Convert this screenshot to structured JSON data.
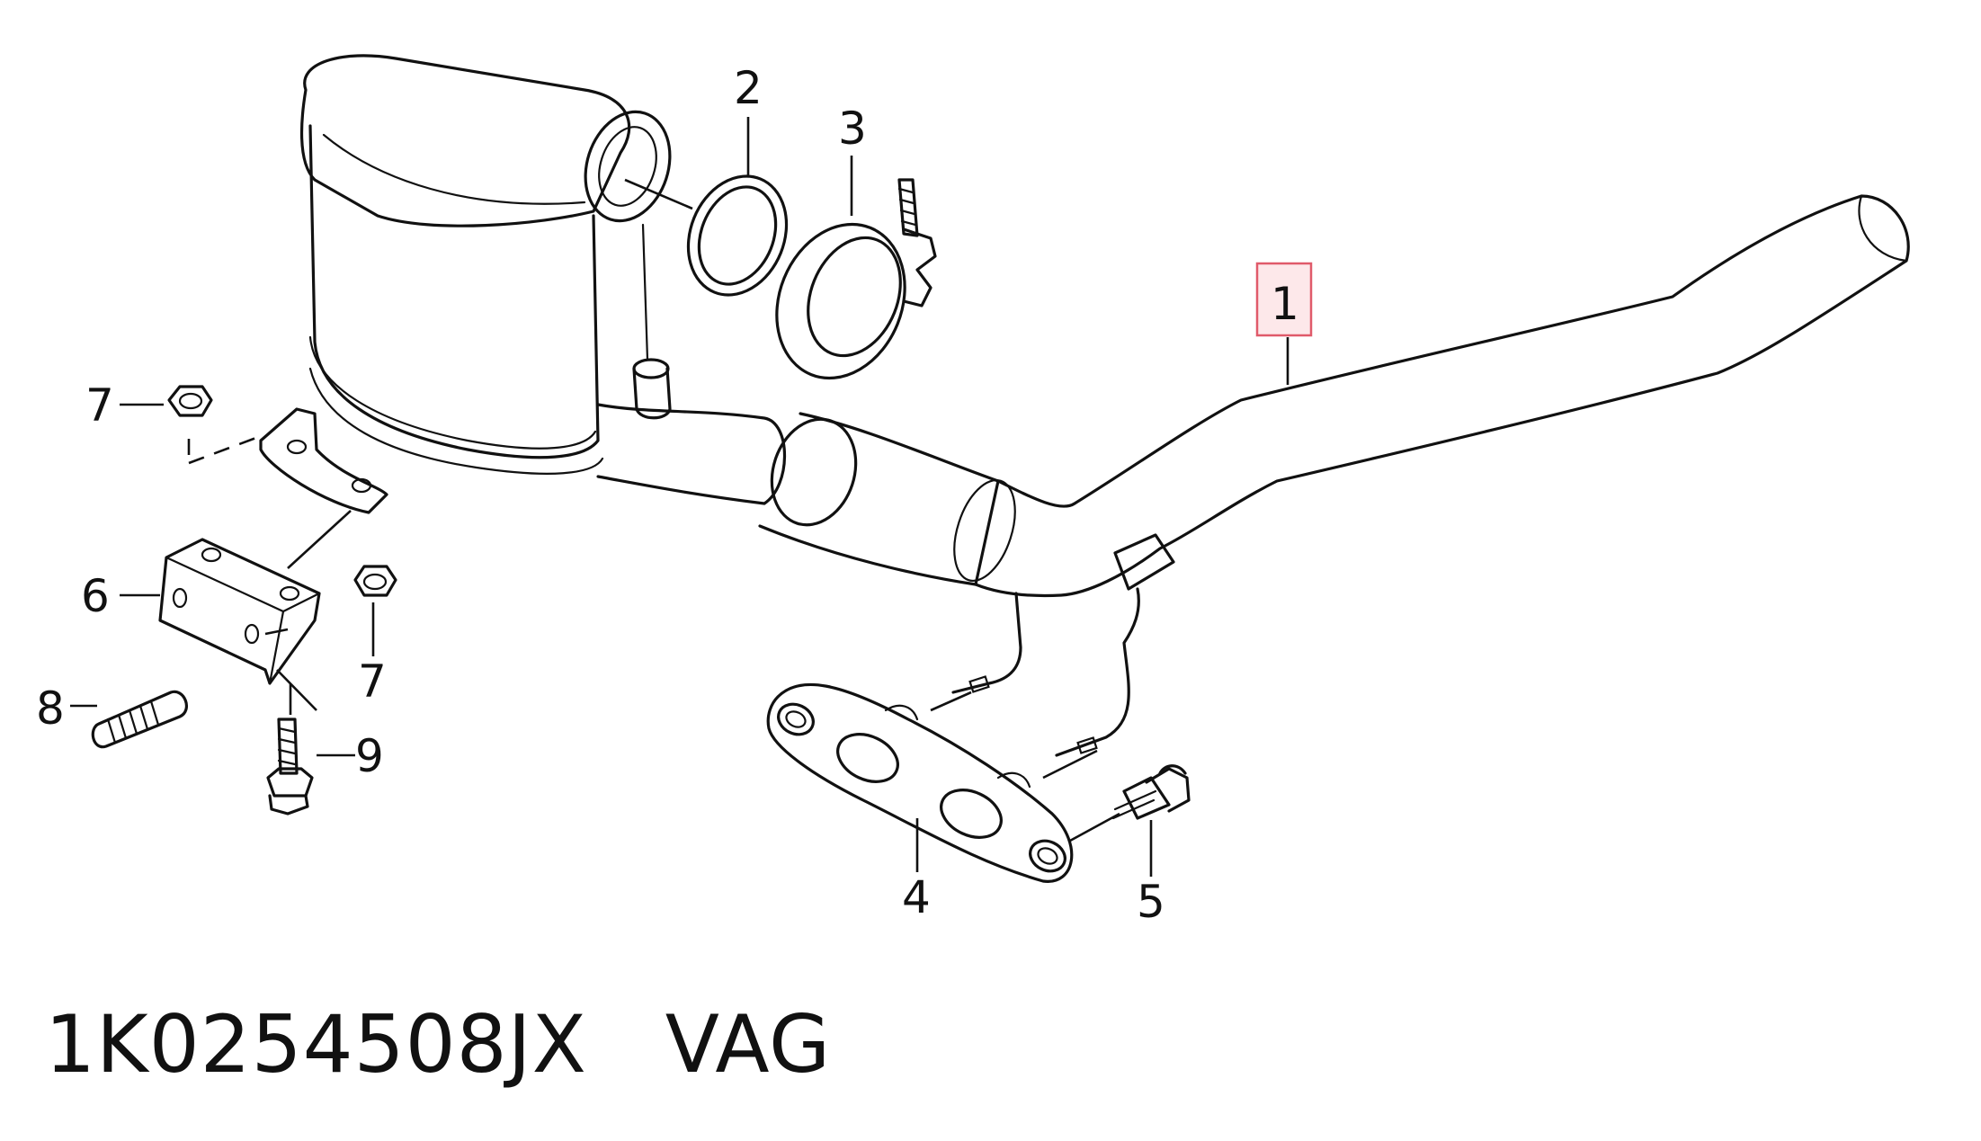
{
  "callouts": {
    "c1": "1",
    "c2": "2",
    "c3": "3",
    "c4": "4",
    "c5": "5",
    "c6": "6",
    "c7a": "7",
    "c7b": "7",
    "c8": "8",
    "c9": "9"
  },
  "highlight": {
    "callout": "1",
    "fill": "#fde8ea",
    "stroke": "#e05a6a"
  },
  "caption": {
    "part_number": "1K0254508JX",
    "brand": "VAG"
  }
}
